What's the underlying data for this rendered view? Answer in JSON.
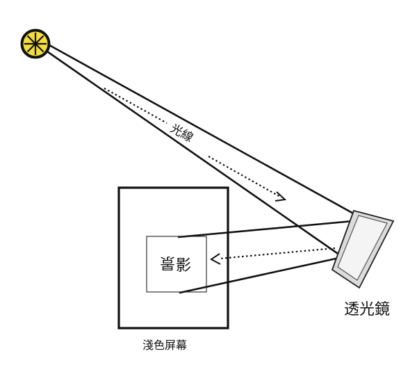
{
  "labels": {
    "light_ray": "光線",
    "image": "影",
    "screen": "淺色屏幕",
    "lens": "透光鏡"
  },
  "colors": {
    "sun_fill": "#f3dc3c",
    "ink": "#111111",
    "lens_face": "#f2f2f2",
    "lens_rim": "#d9d9d9"
  },
  "icons": {
    "light_source": "sun-icon",
    "projected_image_glyph": "inverted-glyph-icon"
  }
}
